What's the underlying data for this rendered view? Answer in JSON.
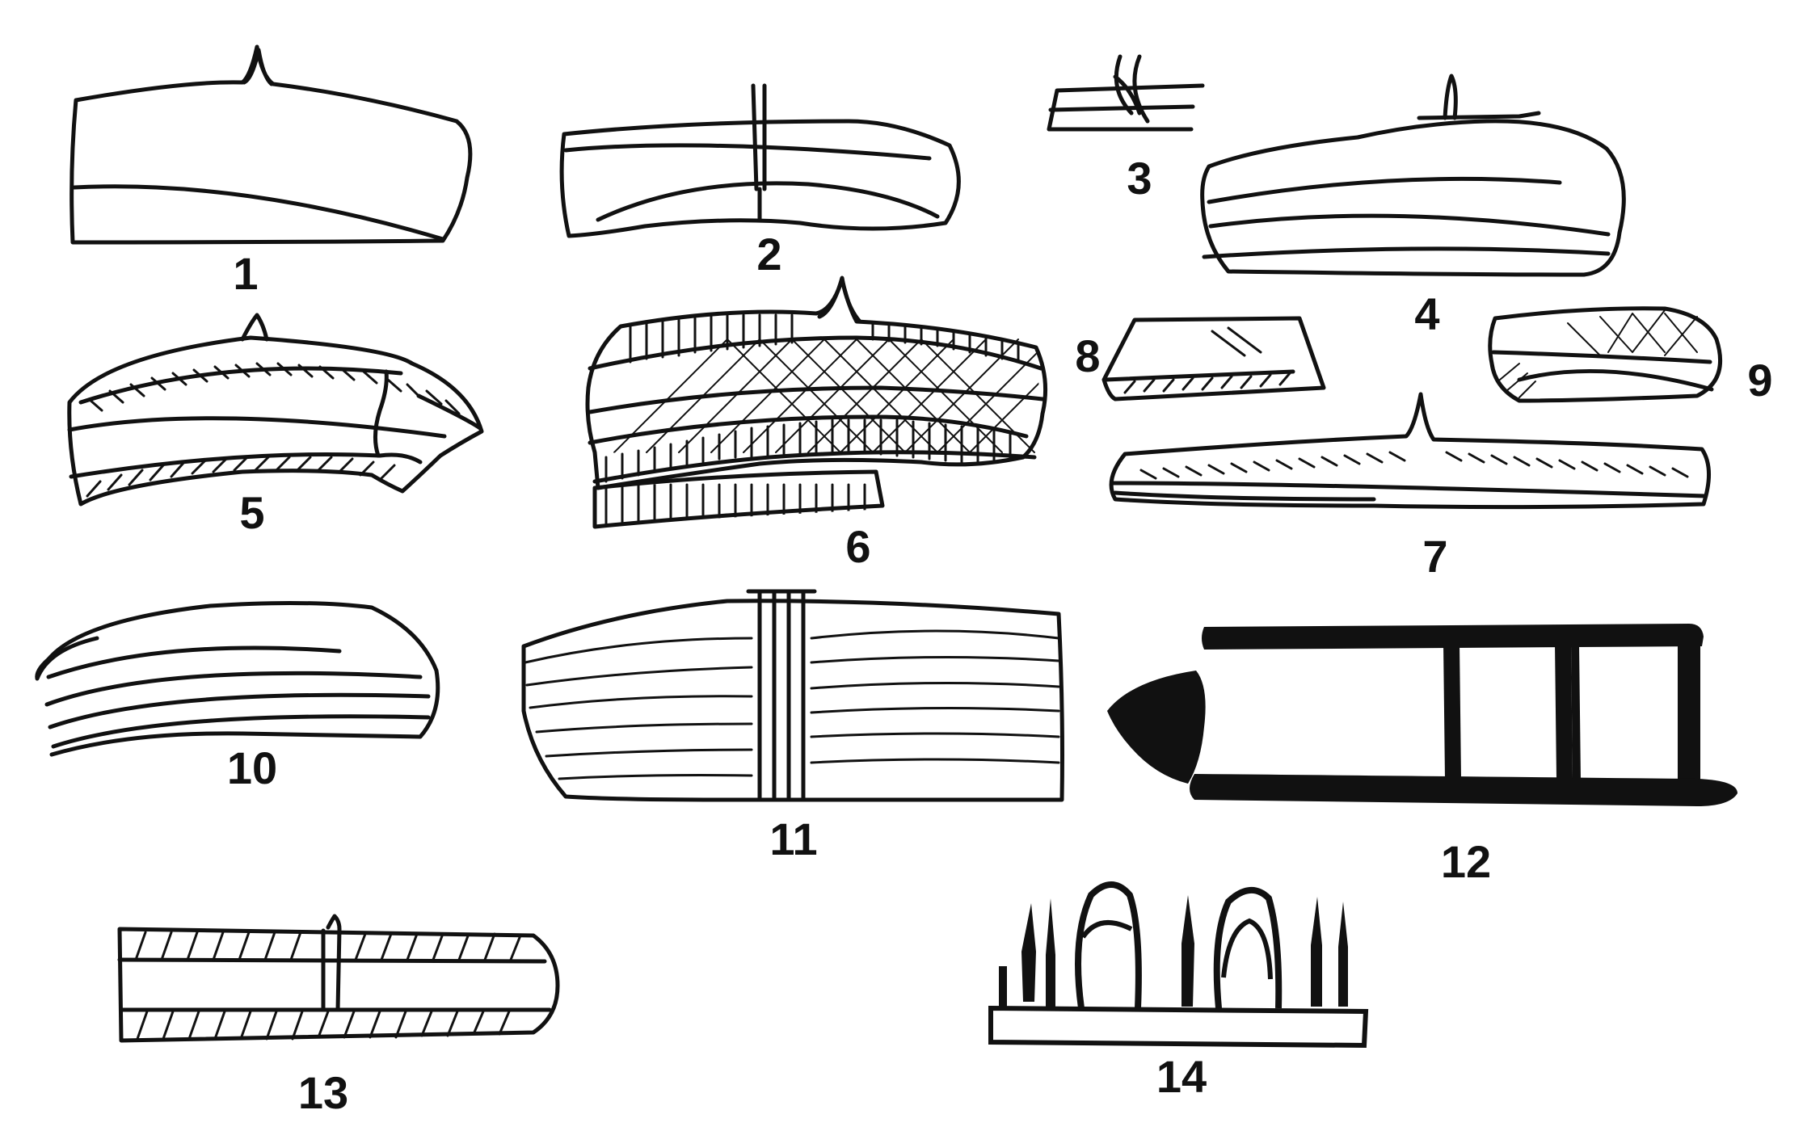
{
  "figures": [
    {
      "label": "1"
    },
    {
      "label": "2"
    },
    {
      "label": "3"
    },
    {
      "label": "4"
    },
    {
      "label": "5"
    },
    {
      "label": "6"
    },
    {
      "label": "7"
    },
    {
      "label": "8"
    },
    {
      "label": "9"
    },
    {
      "label": "10"
    },
    {
      "label": "11"
    },
    {
      "label": "12"
    },
    {
      "label": "13"
    },
    {
      "label": "14"
    }
  ],
  "colors": {
    "ink": "#111111",
    "paper": "#ffffff"
  }
}
